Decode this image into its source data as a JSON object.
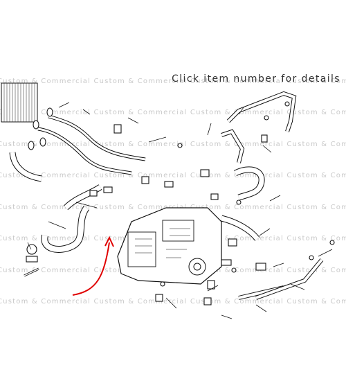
{
  "header": {
    "link_text": "Click item number for details"
  },
  "watermark": {
    "text": "Custom & Commercial"
  },
  "colors": {
    "indicator_arrow": "#e00000",
    "line_art": "#111111",
    "watermark": "#c9c9c9"
  },
  "diagram": {
    "subject": "engine coolant hose and pipe layout (exploded view)",
    "indicator": "red-arrow"
  }
}
